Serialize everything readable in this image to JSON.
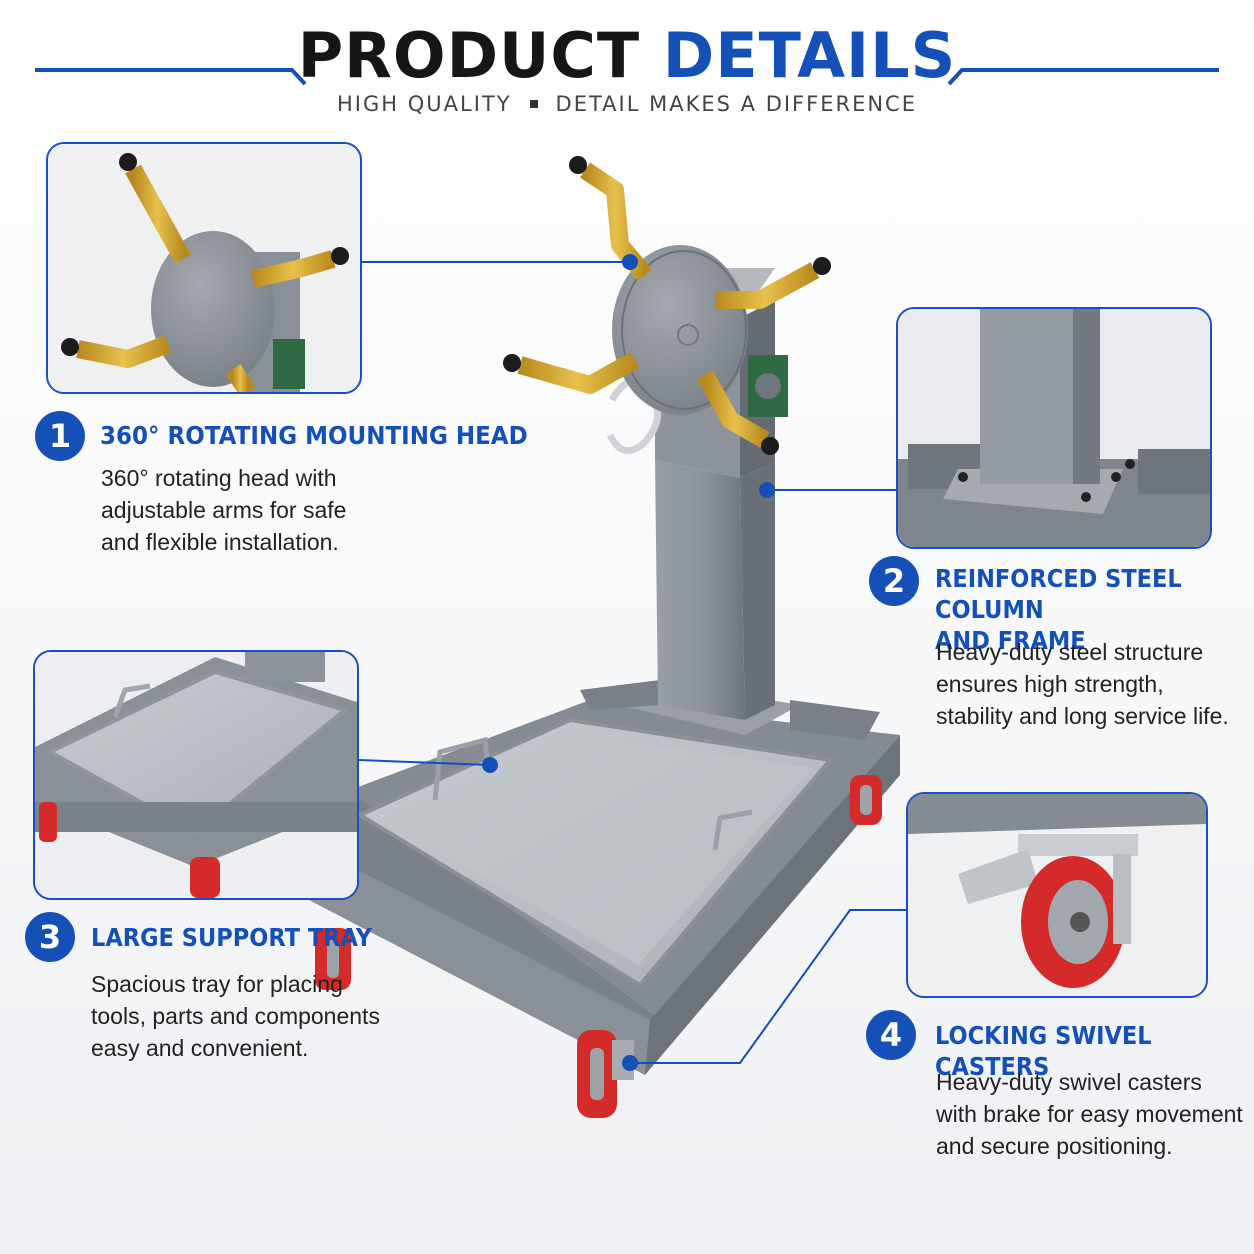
{
  "header": {
    "title_part1": "PRODUCT",
    "title_part2": "DETAILS",
    "subtitle_left": "HIGH QUALITY",
    "subtitle_right": "DETAIL MAKES A DIFFERENCE"
  },
  "features": [
    {
      "number": "1",
      "title_line1": "360° ROTATING MOUNTING HEAD",
      "title_line2": "",
      "desc_line1": "360° rotating head with",
      "desc_line2": "adjustable arms for safe",
      "desc_line3": "and flexible installation."
    },
    {
      "number": "2",
      "title_line1": "REINFORCED STEEL COLUMN",
      "title_line2": "AND FRAME",
      "desc_line1": "Heavy-duty steel structure",
      "desc_line2": "ensures high strength,",
      "desc_line3": "stability and long service life."
    },
    {
      "number": "3",
      "title_line1": "LARGE SUPPORT TRAY",
      "title_line2": "",
      "desc_line1": "Spacious tray for placing",
      "desc_line2": "tools, parts and components",
      "desc_line3": "easy and convenient."
    },
    {
      "number": "4",
      "title_line1": "LOCKING SWIVEL CASTERS",
      "title_line2": "",
      "desc_line1": "Heavy-duty swivel casters",
      "desc_line2": "with brake for easy movement",
      "desc_line3": "and secure positioning."
    }
  ],
  "colors": {
    "accent_blue": "#1450b8",
    "steel_gray": "#8f959c",
    "brass": "#d8a830",
    "wheel_red": "#d42a2a"
  }
}
